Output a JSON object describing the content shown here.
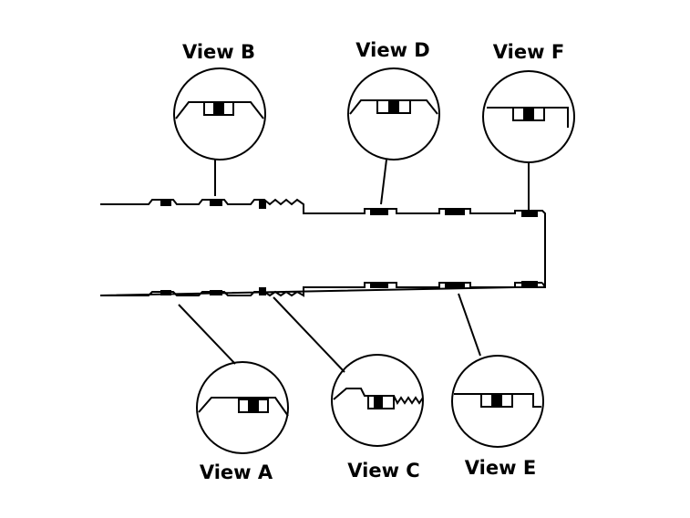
{
  "views": {
    "a": "View A",
    "b": "View B",
    "c": "View C",
    "d": "View D",
    "e": "View E",
    "f": "View F"
  }
}
